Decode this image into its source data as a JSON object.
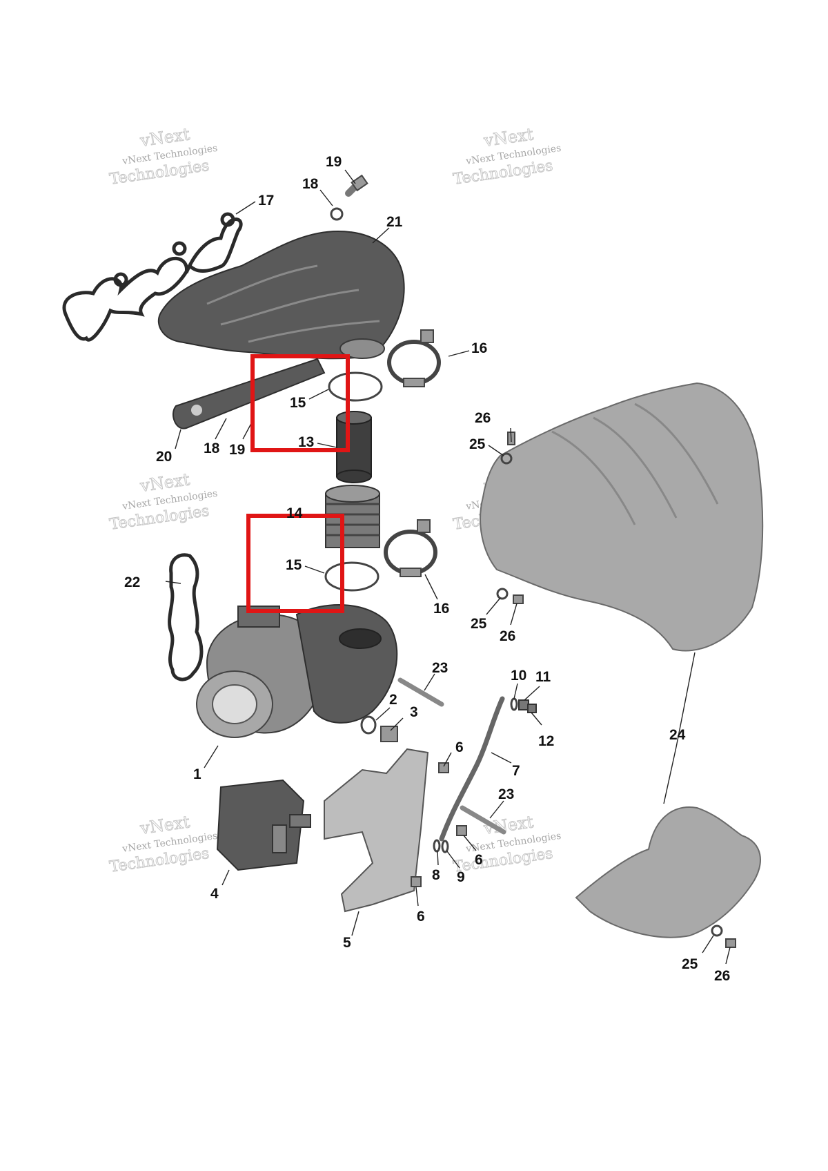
{
  "watermark": {
    "line1": "vNext Technologies",
    "line2": "vNext",
    "line3": "Technologies"
  },
  "callouts": {
    "c1": "1",
    "c2": "2",
    "c3": "3",
    "c4": "4",
    "c5": "5",
    "c6a": "6",
    "c6b": "6",
    "c6c": "6",
    "c7": "7",
    "c8": "8",
    "c9": "9",
    "c10": "10",
    "c11": "11",
    "c12": "12",
    "c13": "13",
    "c14": "14",
    "c15a": "15",
    "c15b": "15",
    "c16a": "16",
    "c16b": "16",
    "c17": "17",
    "c18a": "18",
    "c18b": "18",
    "c19a": "19",
    "c19b": "19",
    "c20": "20",
    "c21": "21",
    "c22": "22",
    "c23a": "23",
    "c23b": "23",
    "c24": "24",
    "c25a": "25",
    "c25b": "25",
    "c25c": "25",
    "c26a": "26",
    "c26b": "26",
    "c26c": "26"
  },
  "colors": {
    "highlight": "#e01515",
    "manifold": "#5a5a5a",
    "heat_shield": "#a9a9a9"
  }
}
